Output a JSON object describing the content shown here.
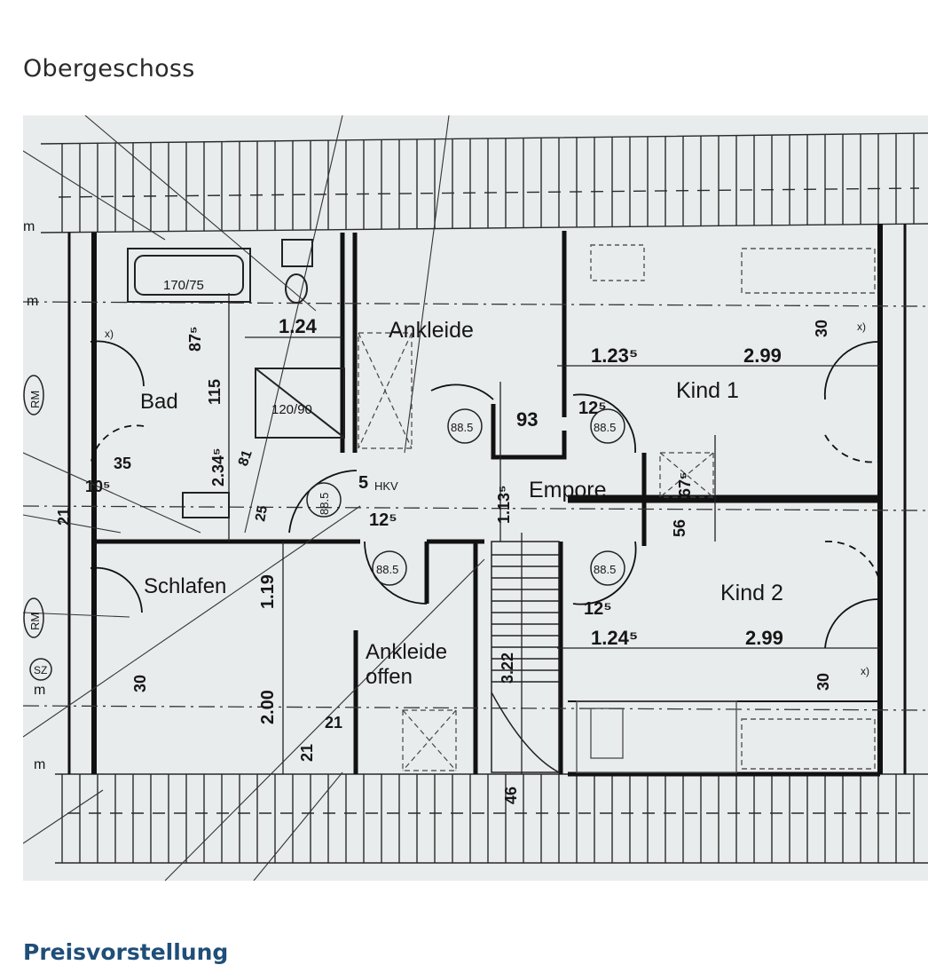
{
  "page": {
    "title": "Obergeschoss",
    "next_section_heading": "Preisvorstellung"
  },
  "plan": {
    "rooms": {
      "bad": "Bad",
      "ankleide": "Ankleide",
      "kind1": "Kind 1",
      "kind2": "Kind 2",
      "empore": "Empore",
      "schlafen": "Schlafen",
      "ankleide_offen_line1": "Ankleide",
      "ankleide_offen_line2": "offen"
    },
    "fixtures": {
      "bathtub": "170/75",
      "shower": "120/90",
      "hkv": "HKV"
    },
    "door_marks": {
      "d1": "88.5",
      "d2": "88.5",
      "d3": "88.5",
      "d4": "88.5",
      "d5": "88.5"
    },
    "dimensions": {
      "bad_w": "1.24",
      "kind1_a": "1.23⁵",
      "kind1_b": "2.99",
      "kind2_a": "1.24⁵",
      "kind2_b": "2.99",
      "d93": "93",
      "d125_a": "12⁵",
      "d125_b": "12⁵",
      "d125_c": "12⁵",
      "d5": "5",
      "d1135": "1.13⁵",
      "d675": "67⁵",
      "d56": "56",
      "d30_a": "30",
      "d30_b": "30",
      "d30_c": "30",
      "d875": "87⁵",
      "d115": "115",
      "d2345": "2.34⁵",
      "d81": "81",
      "d35": "35",
      "d105": "10⁵",
      "d21_a": "21",
      "d21_b": "21",
      "d21_c": "21",
      "d119": "1.19",
      "d200": "2.00",
      "d322": "3.22",
      "d46": "46",
      "d25": "25"
    },
    "markers": {
      "rm1": "RM",
      "rm2": "RM",
      "sz": "SZ",
      "edge_m1": "m",
      "edge_m2": "m",
      "edge_m3": "m",
      "edge_m4": "m",
      "x1": "x)",
      "x2": "x)",
      "x3": "x)"
    },
    "colors": {
      "paper": "#e9ecec",
      "ink": "#1a1a1a",
      "heading": "#1f4e79"
    }
  }
}
